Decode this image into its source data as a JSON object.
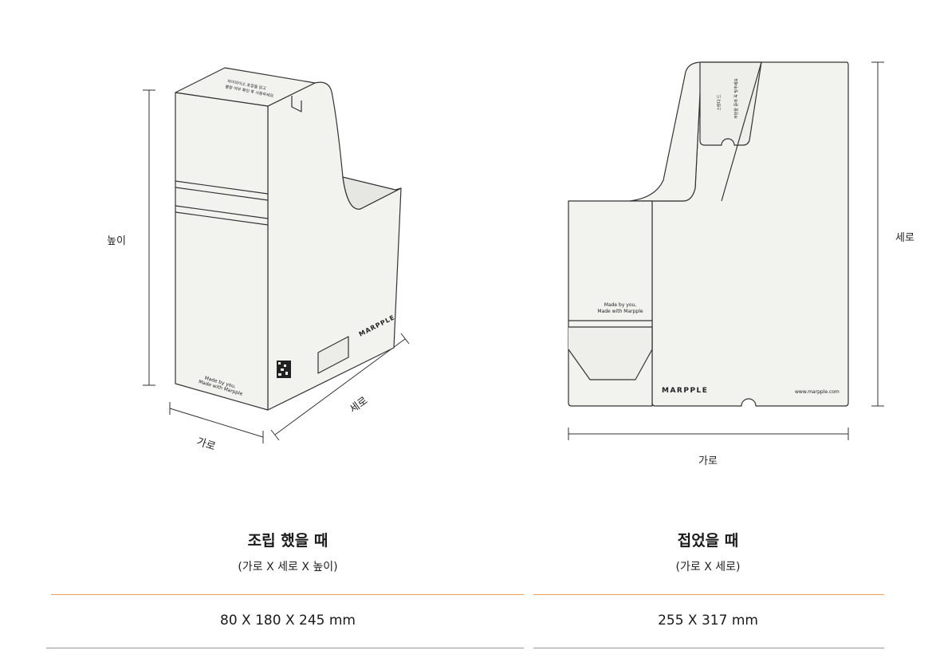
{
  "assembled": {
    "title": "조립 했을 때",
    "subtitle": "(가로 X 세로 X 높이)",
    "dimensions": "80 X 180 X 245 mm",
    "label_height": "높이",
    "label_width": "가로",
    "label_depth": "세로",
    "box_text_1": "Made by you,",
    "box_text_2": "Made with Marpple",
    "logo": "MARPPLE",
    "lid_text_1": "마이마이소 포장을 읽고",
    "lid_text_2": "불량 여부 확인 후 사용하세요"
  },
  "folded": {
    "title": "접었을 때",
    "subtitle": "(가로 X 세로)",
    "dimensions": "255 X 317 mm",
    "label_width": "가로",
    "label_height": "세로",
    "flap_text_1": "Made by you,",
    "flap_text_2": "Made with Marpple",
    "logo": "MARPPLE",
    "url": "www.marpple.com",
    "tab_text_1": "스탠다 드",
    "tab_text_2": "부분을 뜯어 꼭 맞추세요"
  },
  "colors": {
    "accent": "#f0a056",
    "rule_gray": "#999999",
    "outline": "#333333",
    "fill": "#f2f2ef"
  }
}
